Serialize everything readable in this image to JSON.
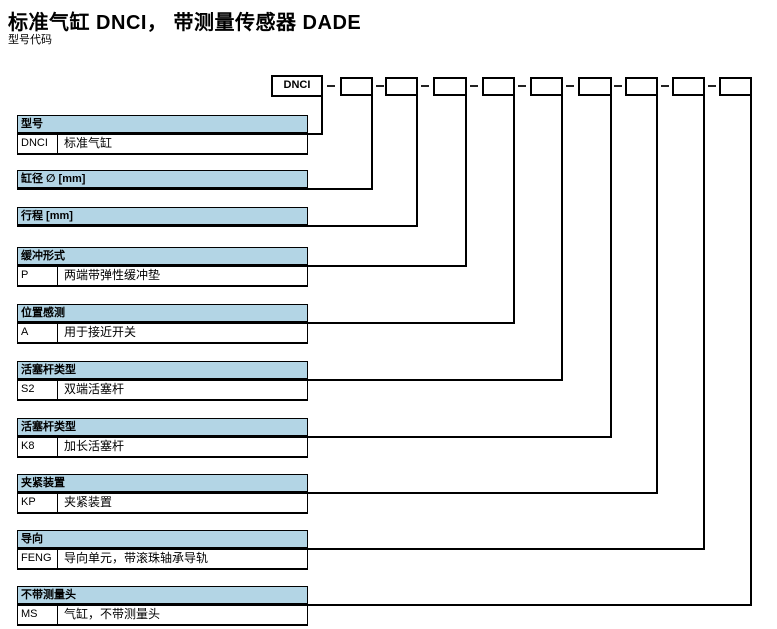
{
  "header": {
    "title": "标准气缸 DNCI， 带测量传感器 DADE",
    "subtitle": "型号代码"
  },
  "code_row": {
    "first_box_label": "DNCI",
    "box_count": 10
  },
  "sections": [
    {
      "header": "型号",
      "code": "DNCI",
      "desc": "标准气缸"
    },
    {
      "header": "缸径 ∅ [mm]"
    },
    {
      "header": "行程 [mm]"
    },
    {
      "header": "缓冲形式",
      "code": "P",
      "desc": "两端带弹性缓冲垫"
    },
    {
      "header": "位置感测",
      "code": "A",
      "desc": "用于接近开关"
    },
    {
      "header": "活塞杆类型",
      "code": "S2",
      "desc": "双端活塞杆"
    },
    {
      "header": "活塞杆类型",
      "code": "K8",
      "desc": "加长活塞杆"
    },
    {
      "header": "夹紧装置",
      "code": "KP",
      "desc": "夹紧装置"
    },
    {
      "header": "导向",
      "code": "FENG",
      "desc": "导向单元，带滚珠轴承导轨"
    },
    {
      "header": "不带测量头",
      "code": "MS",
      "desc": "气缸，不带测量头"
    }
  ],
  "colors": {
    "section_header_fill": "#b3d5e5",
    "line": "#000000"
  }
}
